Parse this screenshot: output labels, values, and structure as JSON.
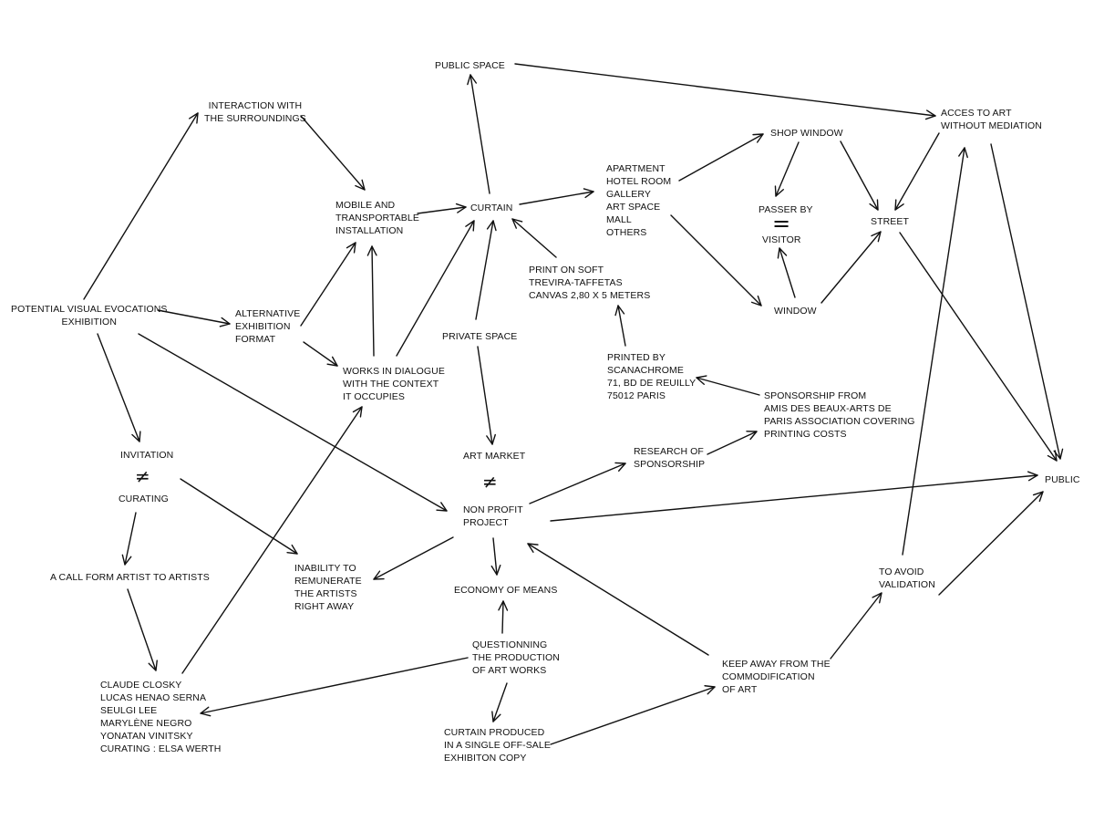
{
  "nodes": {
    "public_space": "PUBLIC SPACE",
    "interaction": "INTERACTION WITH\nTHE SURROUNDINGS",
    "acces": "ACCES TO ART\nWITHOUT MEDIATION",
    "shop_window": "SHOP WINDOW",
    "apartment": "APARTMENT\nHOTEL ROOM\nGALLERY\nART SPACE\nMALL\nOTHERS",
    "mobile": "MOBILE AND\nTRANSPORTABLE\nINSTALLATION",
    "curtain": "CURTAIN",
    "passer_by": "PASSER BY",
    "visitor": "VISITOR",
    "street": "STREET",
    "print_soft": "PRINT ON SOFT\nTREVIRA-TAFFETAS\nCANVAS 2,80 X 5 METERS",
    "window": "WINDOW",
    "potential": "POTENTIAL VISUAL EVOCATIONS\nEXHIBITION",
    "alternative": "ALTERNATIVE\nEXHIBITION\nFORMAT",
    "private_space": "PRIVATE SPACE",
    "printed_by": "PRINTED BY\nSCANACHROME\n71, BD DE REUILLY\n75012 PARIS",
    "works": "WORKS IN DIALOGUE\nWITH THE CONTEXT\nIT OCCUPIES",
    "sponsorship_from": "SPONSORSHIP FROM\nAMIS DES BEAUX-ARTS DE\nPARIS ASSOCIATION COVERING\nPRINTING COSTS",
    "invitation": "INVITATION",
    "curating": "CURATING",
    "art_market": "ART MARKET",
    "research": "RESEARCH OF\nSPONSORSHIP",
    "public": "PUBLIC",
    "non_profit": "NON PROFIT\nPROJECT",
    "call": "A CALL FORM ARTIST TO ARTISTS",
    "inability": "INABILITY TO\nREMUNERATE\nTHE ARTISTS\nRIGHT AWAY",
    "to_avoid": "TO AVOID\nVALIDATION",
    "economy": "ECONOMY OF MEANS",
    "questionning": "QUESTIONNING\nTHE PRODUCTION\nOF ART WORKS",
    "keep_away": "KEEP AWAY FROM THE\nCOMMODIFICATION\nOF ART",
    "claude": "CLAUDE CLOSKY\nLUCAS HENAO SERNA\nSEULGI LEE\nMARYLÈNE NEGRO\nYONATAN VINITSKY\nCURATING : ELSA WERTH",
    "curtain_produced": "CURTAIN PRODUCED\nIN A SINGLE OFF-SALE\nEXHIBITON COPY"
  },
  "symbols": {
    "not_equal": "≠",
    "equal": "="
  },
  "colors": {
    "ink": "#111111",
    "background": "#ffffff"
  }
}
